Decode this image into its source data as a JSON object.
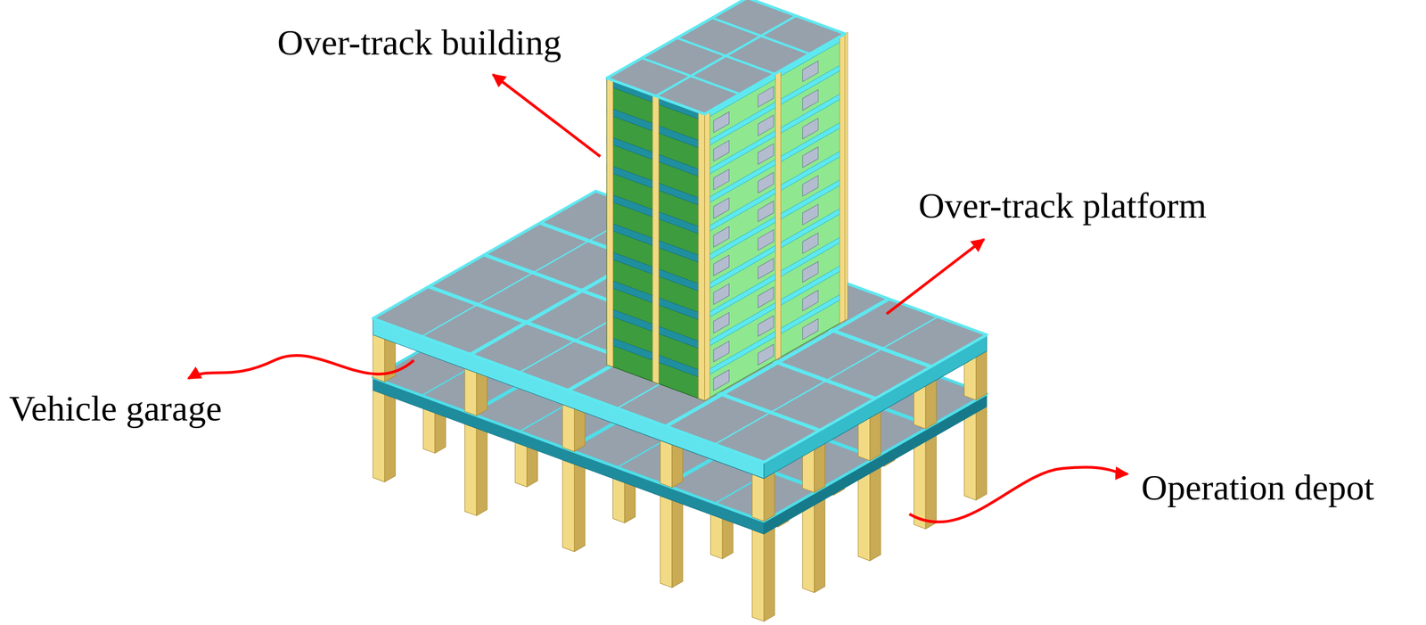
{
  "diagram": {
    "labels": [
      "Over-track building",
      "Over-track platform",
      "Vehicle garage",
      "Operation depot"
    ]
  }
}
